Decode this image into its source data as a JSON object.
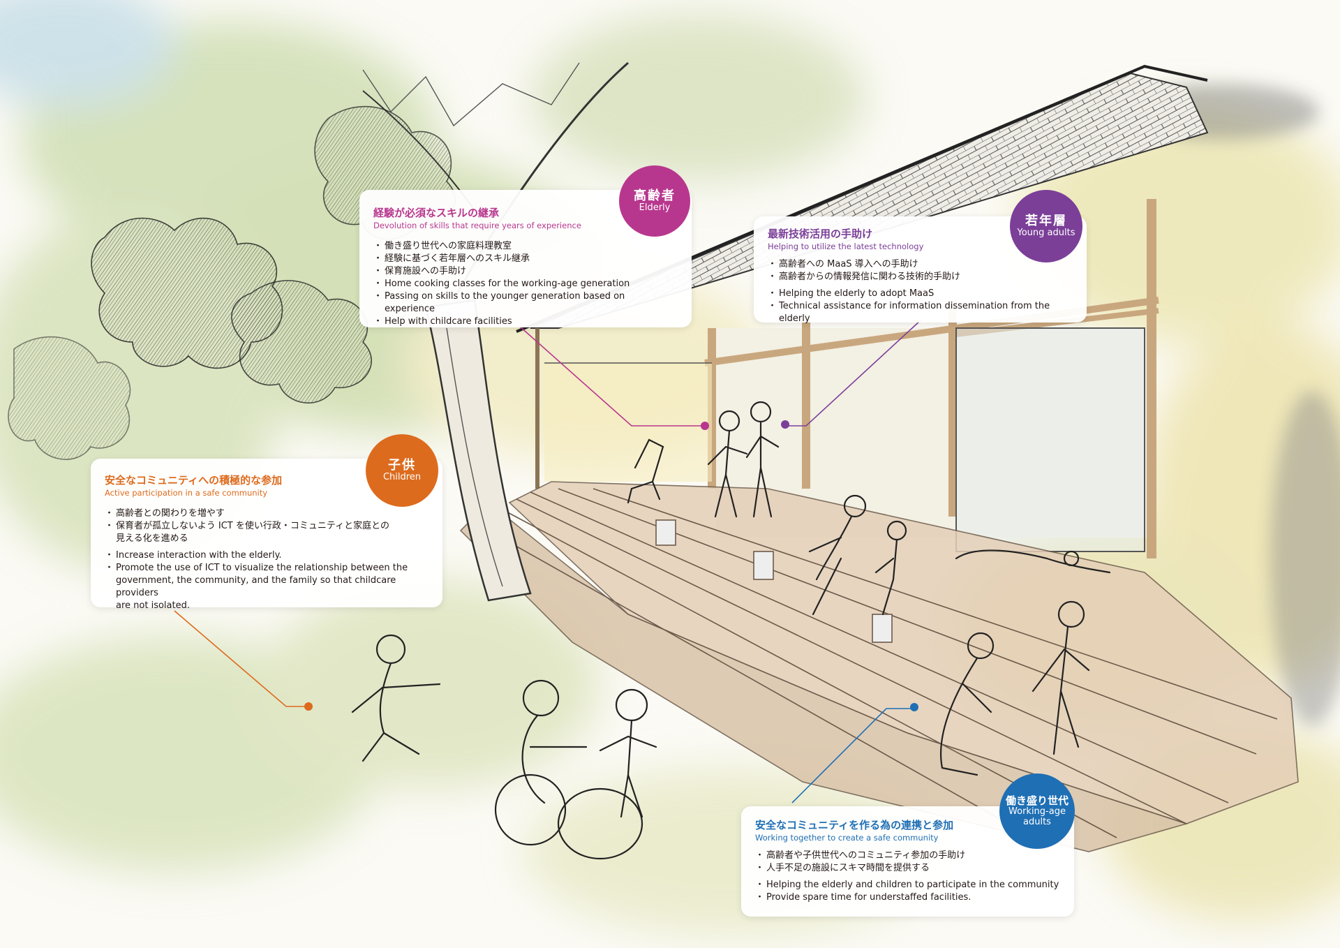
{
  "groups": {
    "elderly": {
      "color": "#b8378e",
      "badge_jp": "高齢者",
      "badge_en": "Elderly",
      "title_jp": "経験が必須なスキルの継承",
      "title_en": "Devolution of skills that require years of experience",
      "items": [
        "働き盛り世代への家庭料理教室",
        "経験に基づく若年層へのスキル継承",
        "保育施設への手助け",
        "Home cooking classes for the working-age generation",
        "Passing on skills to the younger generation based on experience",
        "Help with childcare facilities"
      ]
    },
    "young": {
      "color": "#7b3f98",
      "badge_jp": "若年層",
      "badge_en": "Young adults",
      "title_jp": "最新技術活用の手助け",
      "title_en": "Helping to utilize the latest technology",
      "items": [
        "高齢者への MaaS 導入への手助け",
        "高齢者からの情報発信に関わる技術的手助け",
        "Helping the elderly to adopt MaaS",
        "Technical assistance for information dissemination from the elderly"
      ]
    },
    "children": {
      "color": "#dd6b1e",
      "badge_jp": "子供",
      "badge_en": "Children",
      "title_jp": "安全なコミュニティへの積極的な参加",
      "title_en": "Active participation in a safe community",
      "items": [
        "高齢者との関わりを増やす",
        "保育者が孤立しないよう ICT を使い行政・コミュニティと家庭との",
        "見える化を進める",
        "Increase interaction with the elderly.",
        "Promote the use of ICT to visualize the relationship between the",
        "government, the community, and the family so that childcare providers",
        "are not isolated."
      ]
    },
    "working": {
      "color": "#1f6fb4",
      "badge_jp": "働き盛り世代",
      "badge_en_line1": "Working-age",
      "badge_en_line2": "adults",
      "title_jp": "安全なコミュニティを作る為の連携と参加",
      "title_en": "Working together to create a safe community",
      "items": [
        "高齢者や子供世代へのコミュニティ参加の手助け",
        "人手不足の施設にスキマ時間を提供する",
        "Helping the elderly and children to participate in the community",
        "Provide spare time for understaffed facilities."
      ]
    }
  },
  "scene_icons": [
    "tree-icon",
    "wooden-deck-icon",
    "building-roof-icon",
    "people-sketch-icon"
  ]
}
